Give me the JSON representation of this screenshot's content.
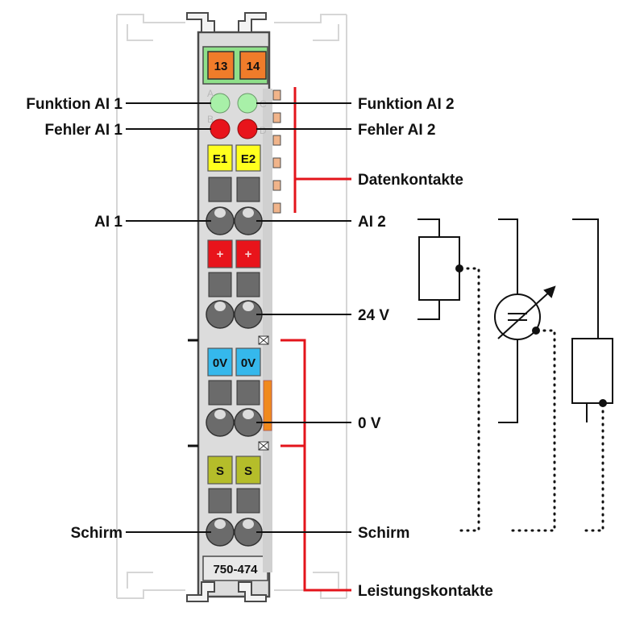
{
  "diagram": {
    "terminals_top": [
      "13",
      "14"
    ],
    "led_letters": [
      "A",
      "C",
      "B",
      "D"
    ],
    "io_markers": [
      "E1",
      "E2"
    ],
    "plus_markers": [
      "+",
      "+"
    ],
    "zero_markers": [
      "0V",
      "0V"
    ],
    "shield_markers": [
      "S",
      "S"
    ],
    "part_number": "750-474",
    "labels": {
      "func_ai1": "Funktion AI 1",
      "func_ai2": "Funktion AI 2",
      "err_ai1": "Fehler AI 1",
      "err_ai2": "Fehler AI 2",
      "data_contacts": "Datenkontakte",
      "ai1": "AI 1",
      "ai2": "AI 2",
      "v24": "24 V",
      "v0": "0 V",
      "shield_left": "Schirm",
      "shield_right": "Schirm",
      "power_contacts": "Leistungskontakte"
    },
    "colors": {
      "housing": "#dcdcdc",
      "outline": "#4a4a4a",
      "terminal_orange": "#f07c2a",
      "top_green": "#8fe08a",
      "led_green": "#a8f0a8",
      "led_red": "#e8141b",
      "marker_yellow": "#ffff1e",
      "marker_red": "#e8141b",
      "marker_blue": "#35b8ec",
      "marker_olive": "#b5bd2a",
      "slot_gray": "#6b6b6b",
      "contact_red": "#e3141b"
    }
  }
}
